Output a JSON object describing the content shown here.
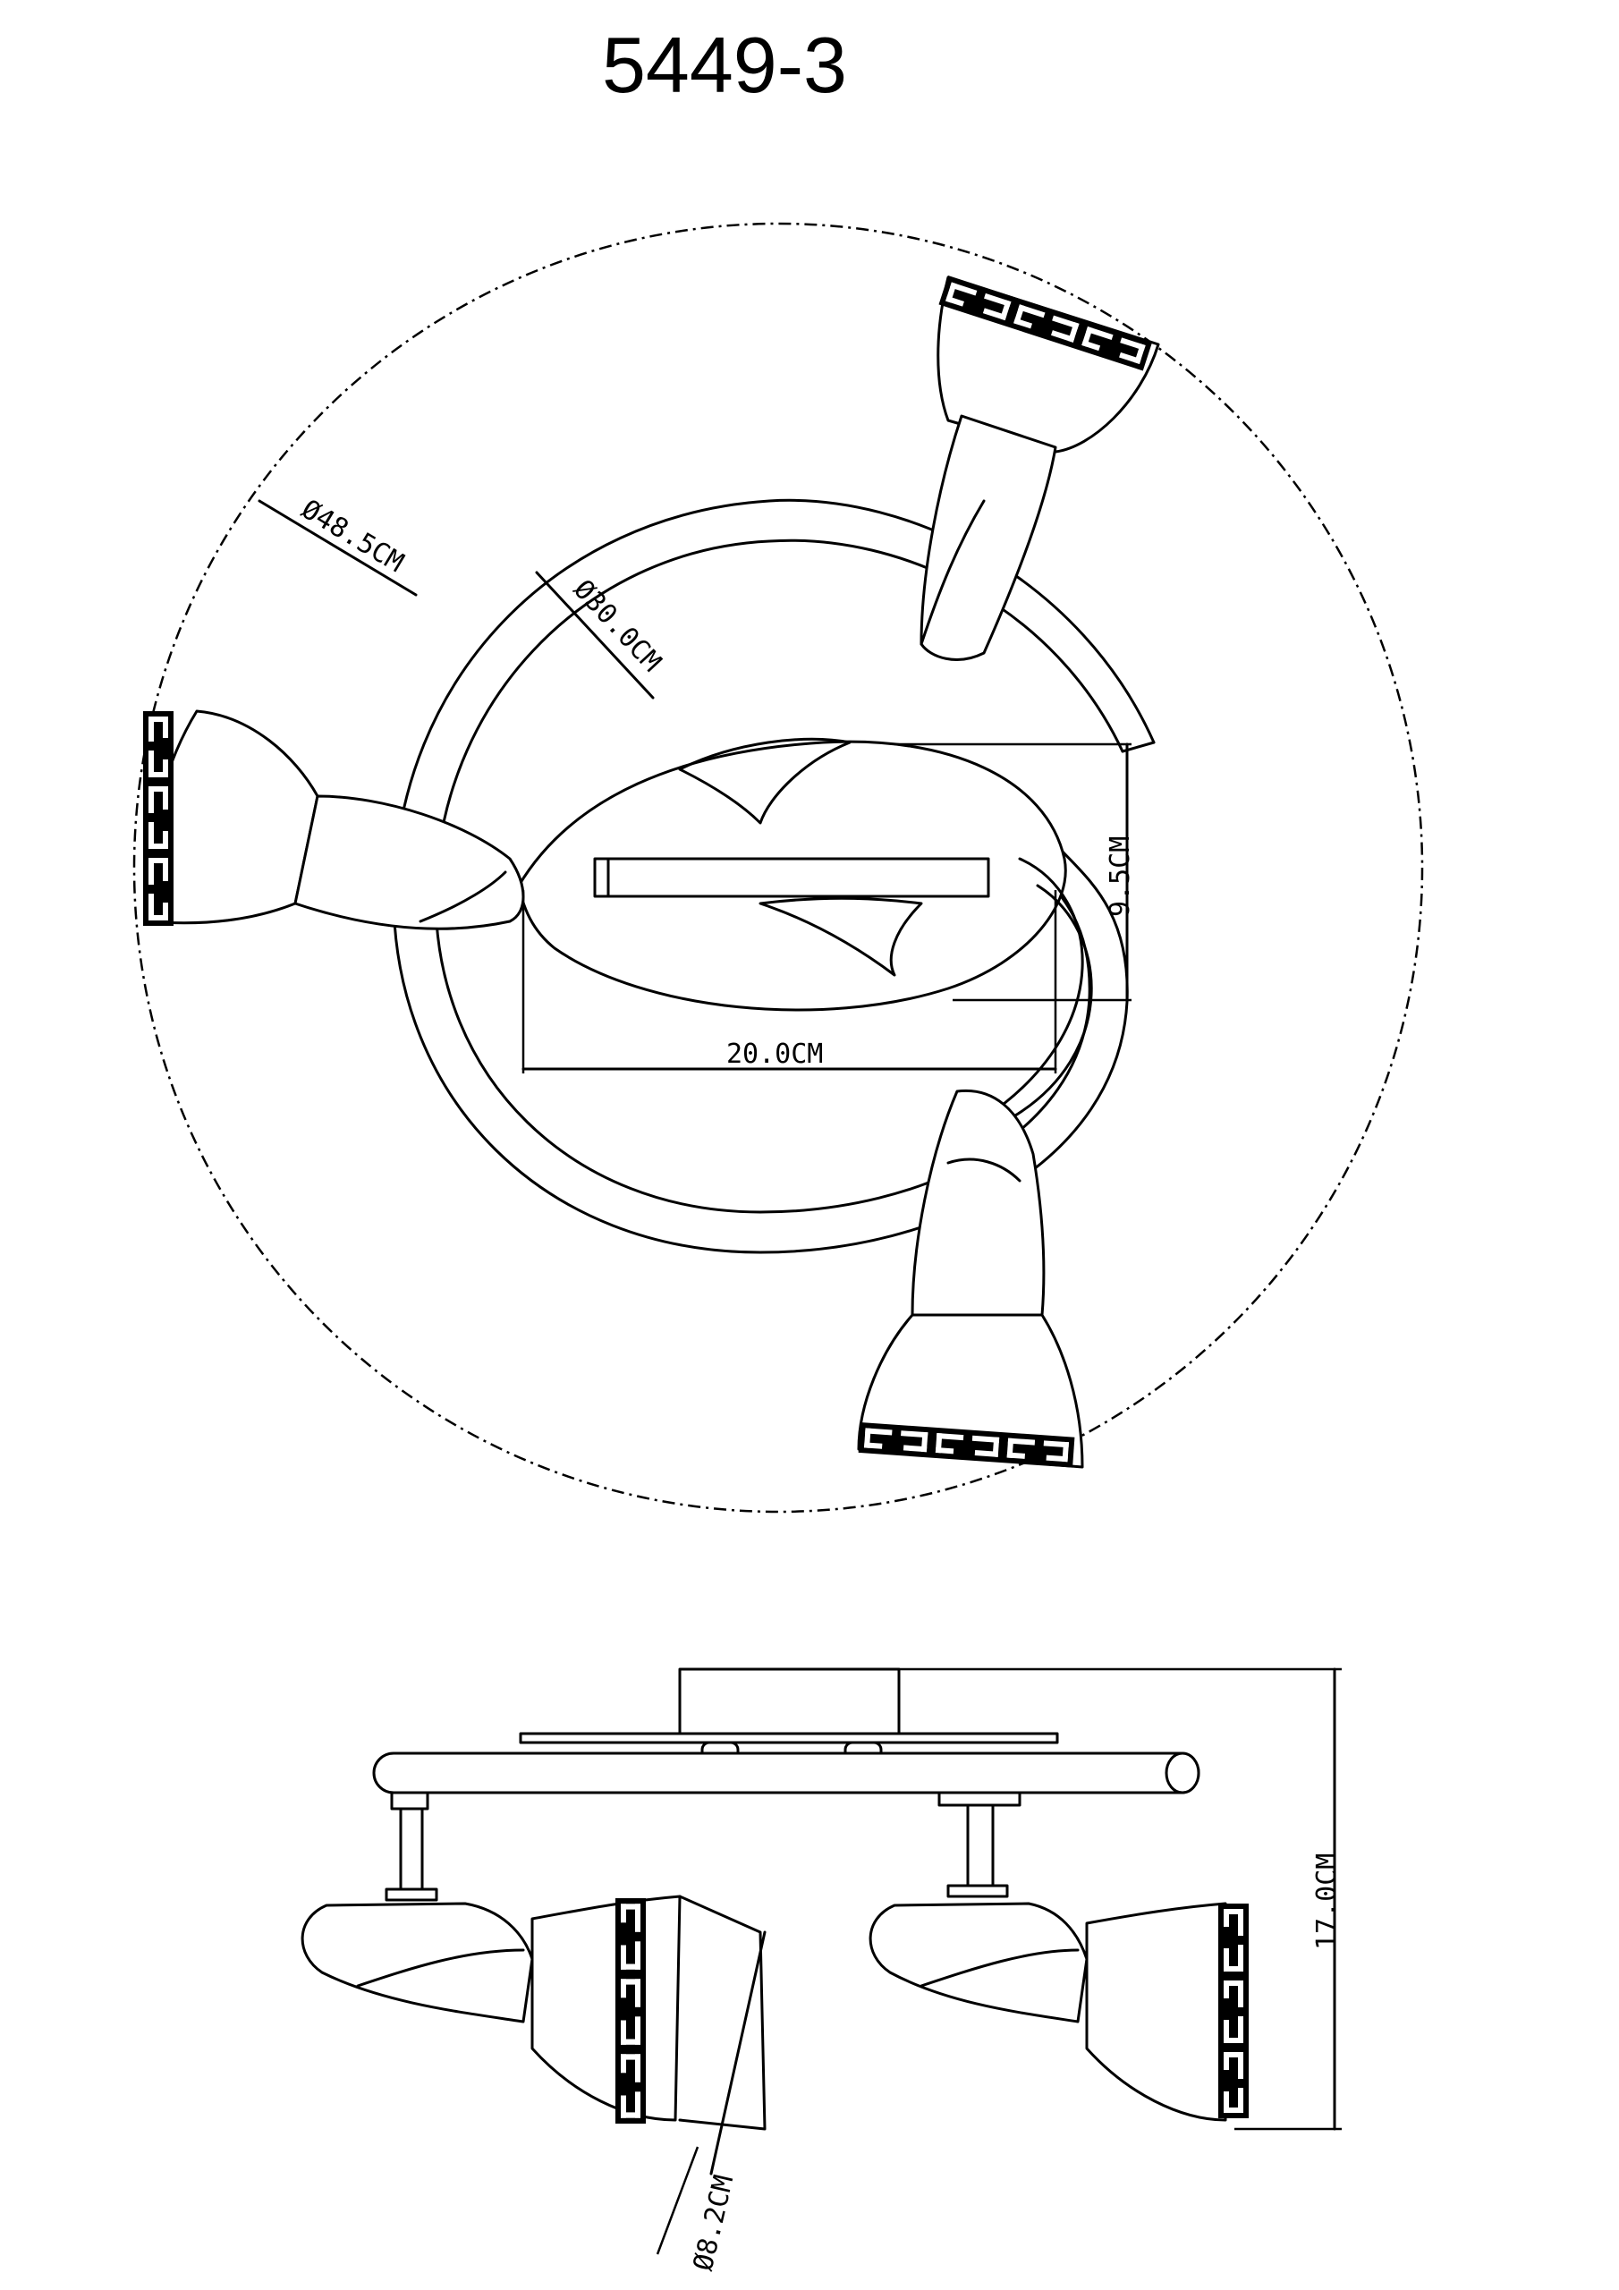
{
  "model": "5449-3",
  "dimensions": {
    "outer_diameter": "Ø48.5CM",
    "inner_diameter": "Ø30.0CM",
    "width": "20.0CM",
    "depth": "9.5CM",
    "height": "17.0CM",
    "shade_diameter": "Ø8.2CM"
  }
}
